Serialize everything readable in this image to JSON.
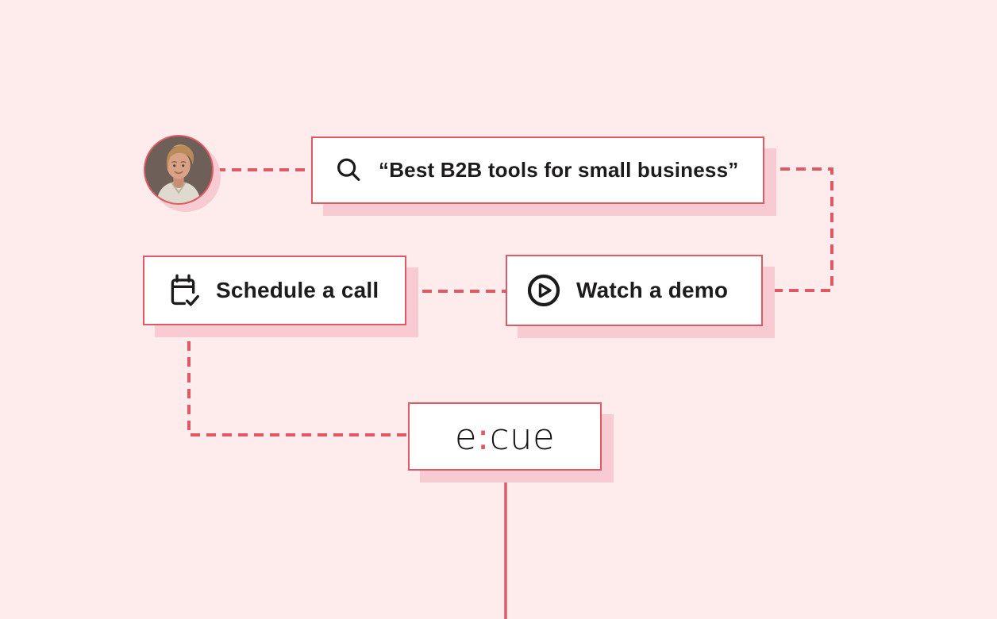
{
  "theme": {
    "colors": {
      "bg": "#fdeceb",
      "accent": "#e05964",
      "shadow": "#f7cbd1",
      "surface": "#ffffff",
      "text": "#1d1b1c",
      "logo-text": "#161314",
      "logo-colon": "#e05964"
    }
  },
  "diagram": {
    "search": {
      "query": "“Best B2B tools for small business”",
      "icon": "search-icon"
    },
    "schedule": {
      "label": "Schedule a call",
      "icon": "calendar-check-icon"
    },
    "demo": {
      "label": "Watch a demo",
      "icon": "play-circle-icon"
    },
    "logo": {
      "prefix": "e",
      "colon": ":",
      "suffix": "cue"
    },
    "avatar": {
      "icon": "person-avatar"
    }
  }
}
